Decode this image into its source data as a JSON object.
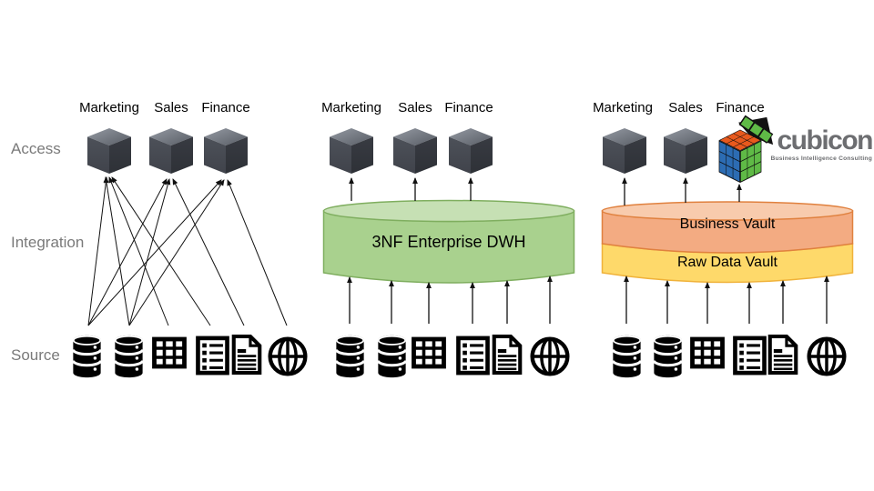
{
  "row_labels": {
    "access": "Access",
    "integration": "Integration",
    "source": "Source"
  },
  "panels": [
    {
      "name": "point-to-point",
      "marts": [
        "Marketing",
        "Sales",
        "Finance"
      ]
    },
    {
      "name": "3nf-enterprise-dwh",
      "marts": [
        "Marketing",
        "Sales",
        "Finance"
      ],
      "layer_label": "3NF Enterprise DWH"
    },
    {
      "name": "data-vault",
      "marts": [
        "Marketing",
        "Sales",
        "Finance"
      ],
      "layer_labels": {
        "business": "Business Vault",
        "raw": "Raw Data Vault"
      }
    }
  ],
  "sources": [
    "database",
    "database",
    "table-grid",
    "list-document",
    "document",
    "web-globe"
  ],
  "brand": {
    "name": "cubicon",
    "tagline": "Business Intelligence Consulting"
  },
  "colors": {
    "dwh_body": "#a9d18e",
    "dwh_top": "#c6e0b4",
    "dwh_border": "#7fae5f",
    "bv_body": "#f3ab82",
    "bv_top": "#f8cbad",
    "bv_border": "#e0813f",
    "rdv_body": "#fed96a",
    "rdv_border": "#f0b23a",
    "label_gray": "#7a7a7a",
    "logo_gray": "#6d6e71",
    "rubik_orange": "#e8591d",
    "rubik_blue": "#2c6cb3",
    "rubik_green": "#5fba46",
    "cube_front": "#464a52",
    "cube_side": "#33363d",
    "cube_top": "#82878f"
  }
}
